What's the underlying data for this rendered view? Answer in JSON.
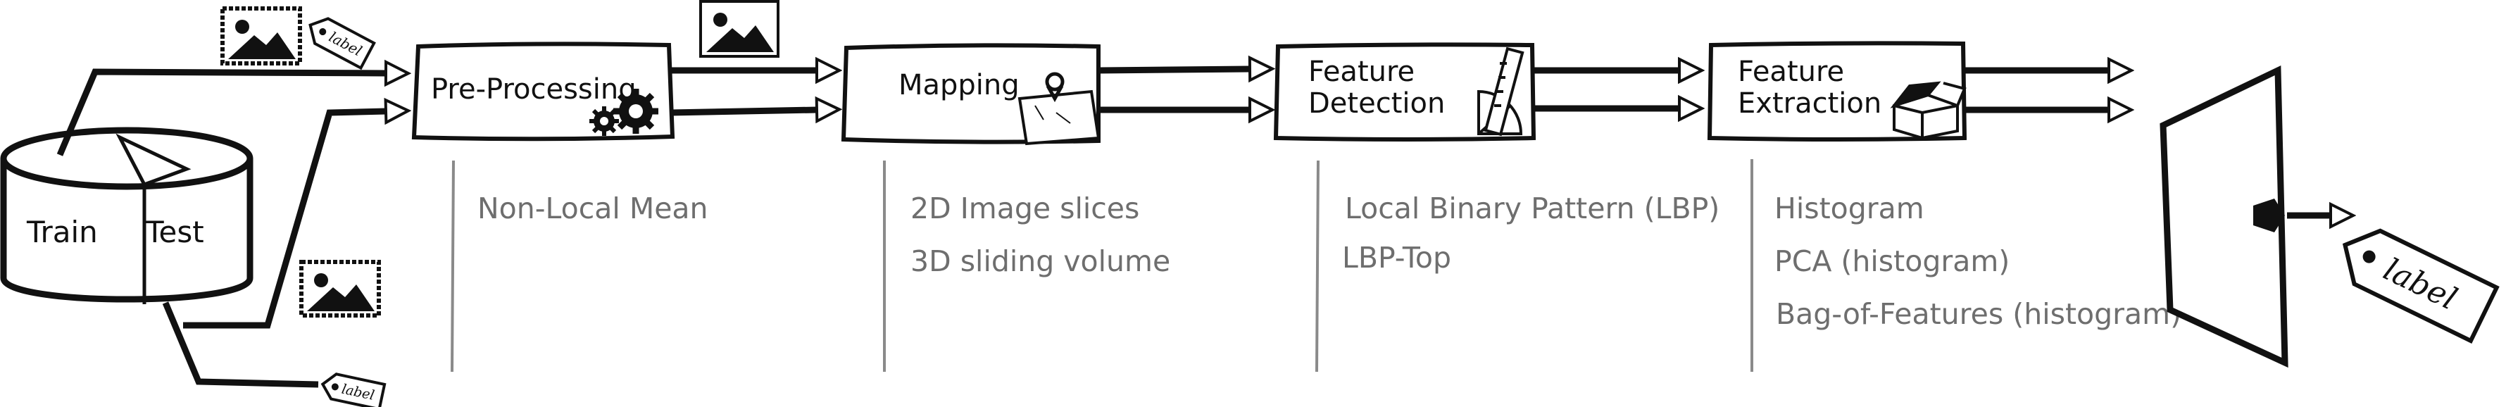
{
  "database": {
    "left_label": "Train",
    "right_label": "Test"
  },
  "stages": [
    {
      "label_lines": [
        "Pre-Processing"
      ],
      "icon": "gears-icon",
      "methods": [
        "Non-Local Mean"
      ]
    },
    {
      "label_lines": [
        "Mapping"
      ],
      "icon": "map-pin-icon",
      "methods": [
        "2D Image slices",
        "3D sliding volume"
      ]
    },
    {
      "label_lines": [
        "Feature",
        "Detection"
      ],
      "icon": "ruler-protractor-icon",
      "methods": [
        "Local Binary Pattern (LBP)",
        "LBP-Top"
      ]
    },
    {
      "label_lines": [
        "Feature",
        "Extraction"
      ],
      "icon": "open-box-icon",
      "methods": [
        "Histogram",
        "PCA (histogram)",
        "Bag-of-Features (histogram)"
      ]
    }
  ],
  "tags": {
    "small": "label",
    "output": "label"
  },
  "icons": [
    "image-icon",
    "label-tag-icon",
    "classifier-plane-icon",
    "arrow-icon"
  ],
  "colors": {
    "stroke": "#111111",
    "method_text": "#6e6e6e",
    "divider": "#8a8a8a"
  }
}
